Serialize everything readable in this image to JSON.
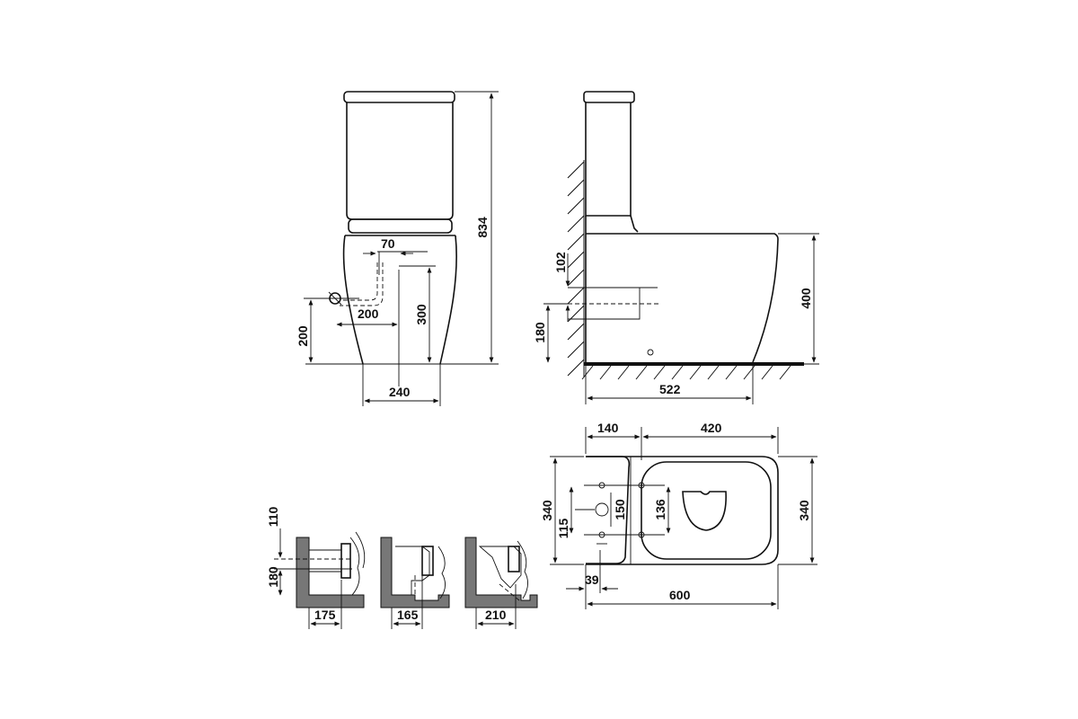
{
  "front_view": {
    "height": "834",
    "inlet_offset": "70",
    "pipe_run": "200",
    "inlet_height": "300",
    "floor_clearance": "200",
    "base_width": "240"
  },
  "side_view": {
    "outlet_offset": "102",
    "outlet_height": "180",
    "bowl_height": "400",
    "depth": "522"
  },
  "top_view": {
    "tank_depth": "140",
    "bowl_length": "420",
    "fixing_span": "340",
    "bolt_spacing": "115",
    "outlet_dia": "150",
    "seat_bolts": "136",
    "width": "340",
    "edge_offset": "39",
    "length": "600"
  },
  "connection_details": {
    "upper_offset": "110",
    "outlet_height": "180",
    "horizontal": "175",
    "vertical": "165",
    "angled": "210"
  }
}
